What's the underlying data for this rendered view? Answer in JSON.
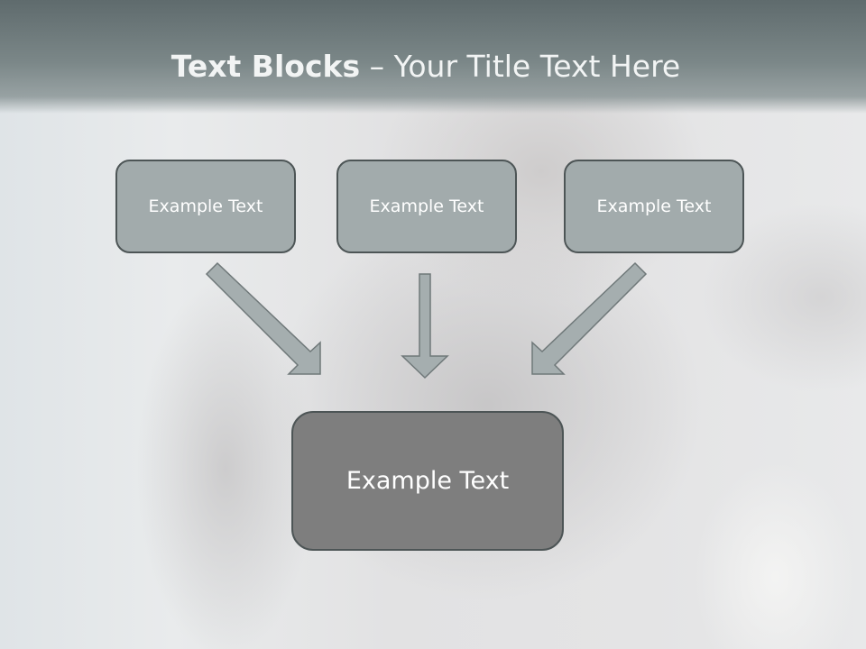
{
  "title": {
    "bold_part": "Text Blocks",
    "separator": " – ",
    "rest": "Your Title Text Here"
  },
  "boxes": {
    "left": "Example Text",
    "middle": "Example Text",
    "right": "Example Text",
    "center": "Example Text"
  },
  "colors": {
    "title_bar": "#6f7b7d",
    "small_box_fill": "#a2abac",
    "center_box_fill": "#7e7e7e",
    "box_border": "#4d5556",
    "arrow_fill": "#a5aeaf",
    "text": "#ffffff"
  }
}
